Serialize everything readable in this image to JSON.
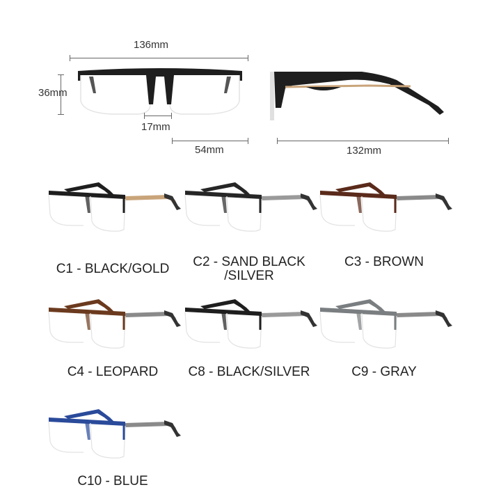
{
  "dimensions": {
    "total_width": "136mm",
    "lens_height": "36mm",
    "bridge_width": "17mm",
    "lens_width": "54mm",
    "temple_length": "132mm"
  },
  "variants": [
    {
      "label": "C1 - BLACK/GOLD",
      "frame_color": "#1e1e1e",
      "temple_color": "#c9a47a"
    },
    {
      "label": "C2 - SAND BLACK /SILVER",
      "frame_color": "#262626",
      "temple_color": "#9a9a9a"
    },
    {
      "label": "C3 - BROWN",
      "frame_color": "#5a2a1a",
      "temple_color": "#8a8a8a"
    },
    {
      "label": "C4 - LEOPARD",
      "frame_color": "#6b3a1e",
      "temple_color": "#8a8a8a"
    },
    {
      "label": "C8 - BLACK/SILVER",
      "frame_color": "#1e1e1e",
      "temple_color": "#9a9a9a"
    },
    {
      "label": "C9 - GRAY",
      "frame_color": "#7a7e80",
      "temple_color": "#8a8a8a"
    },
    {
      "label": "C10 - BLUE",
      "frame_color": "#2a4a9a",
      "temple_color": "#8a8a8a"
    }
  ]
}
